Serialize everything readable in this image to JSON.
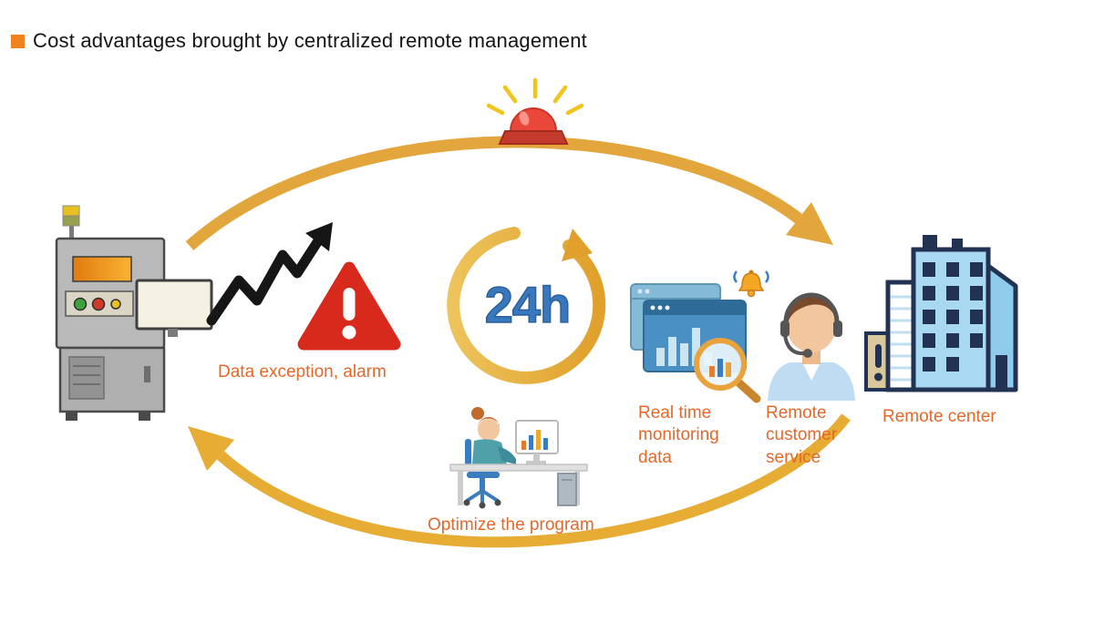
{
  "title": {
    "text": "Cost advantages brought by centralized remote management"
  },
  "labels": {
    "data_exception": "Data exception, alarm",
    "realtime_monitoring": "Real time monitoring data",
    "remote_customer_service": "Remote customer service",
    "remote_center": "Remote center",
    "optimize_program": "Optimize the program"
  },
  "badges": {
    "hours": "24h"
  },
  "colors": {
    "title_bullet": "#F28220",
    "label_text": "#E5682A",
    "cycle_arrow": "#E2A63C",
    "alert_red": "#D8291D",
    "badge_blue": "#3878BE",
    "building_outline": "#223253",
    "building_fill": "#A9D9F2"
  },
  "icons": {
    "machine": "industrial-machine-icon",
    "trend": "trend-arrow-icon",
    "warning": "warning-triangle-icon",
    "siren": "siren-icon",
    "cycle": "cycle-24h-ring-icon",
    "monitoring": "monitoring-screens-icon",
    "bell": "alert-bell-icon",
    "magnifier": "magnifier-icon",
    "agent": "support-agent-icon",
    "building": "remote-center-building-icon",
    "workstation": "workstation-person-icon",
    "arrow_top": "cycle-arrow-top-icon",
    "arrow_bottom": "cycle-arrow-bottom-icon"
  }
}
